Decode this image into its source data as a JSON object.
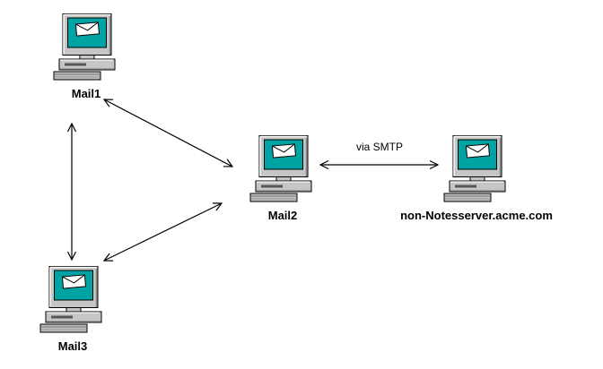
{
  "diagram": {
    "type": "network-topology",
    "nodes": [
      {
        "id": "mail1",
        "label": "Mail1",
        "icon": "computer-mail-server-icon"
      },
      {
        "id": "mail2",
        "label": "Mail2",
        "icon": "computer-mail-server-icon"
      },
      {
        "id": "mail3",
        "label": "Mail3",
        "icon": "computer-mail-server-icon"
      },
      {
        "id": "non_notes_server",
        "label": "non-Notesserver.acme.com",
        "icon": "computer-mail-server-icon"
      }
    ],
    "edges": [
      {
        "from": "Mail1",
        "to": "Mail2",
        "style": "double-arrow",
        "label": ""
      },
      {
        "from": "Mail1",
        "to": "Mail3",
        "style": "double-arrow",
        "label": ""
      },
      {
        "from": "Mail3",
        "to": "Mail2",
        "style": "double-arrow",
        "label": ""
      },
      {
        "from": "Mail2",
        "to": "non-Notesserver.acme.com",
        "style": "double-arrow",
        "label": "via SMTP"
      }
    ],
    "colors": {
      "background": "#FFFFFF",
      "line": "#000000",
      "screen_teal": "#00A3A3",
      "chassis_gray": "#C6C6C6",
      "label_text": "#000000"
    }
  }
}
